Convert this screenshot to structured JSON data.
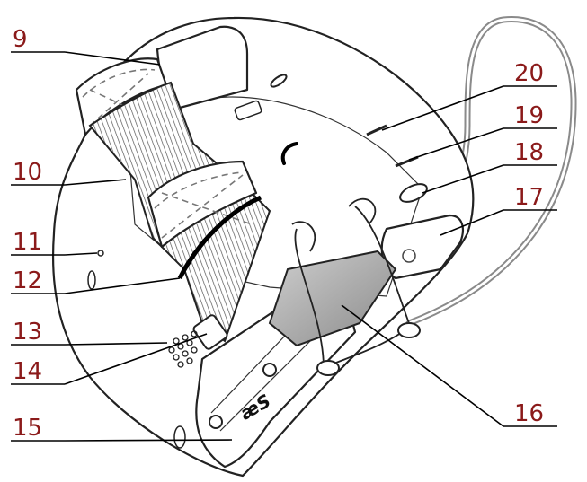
{
  "callouts": [
    {
      "num": "9"
    },
    {
      "num": "10"
    },
    {
      "num": "11"
    },
    {
      "num": "12"
    },
    {
      "num": "13"
    },
    {
      "num": "14"
    },
    {
      "num": "15"
    },
    {
      "num": "16"
    },
    {
      "num": "17"
    },
    {
      "num": "18"
    },
    {
      "num": "19"
    },
    {
      "num": "20"
    }
  ],
  "device": {
    "logo_text": "æS"
  },
  "colors": {
    "callout_number": "#8b1a1a",
    "outline": "#222222",
    "lanyard": "#8a8a8a",
    "strap_band": "#b8b8b8",
    "display_window": "#9a9a9a"
  }
}
